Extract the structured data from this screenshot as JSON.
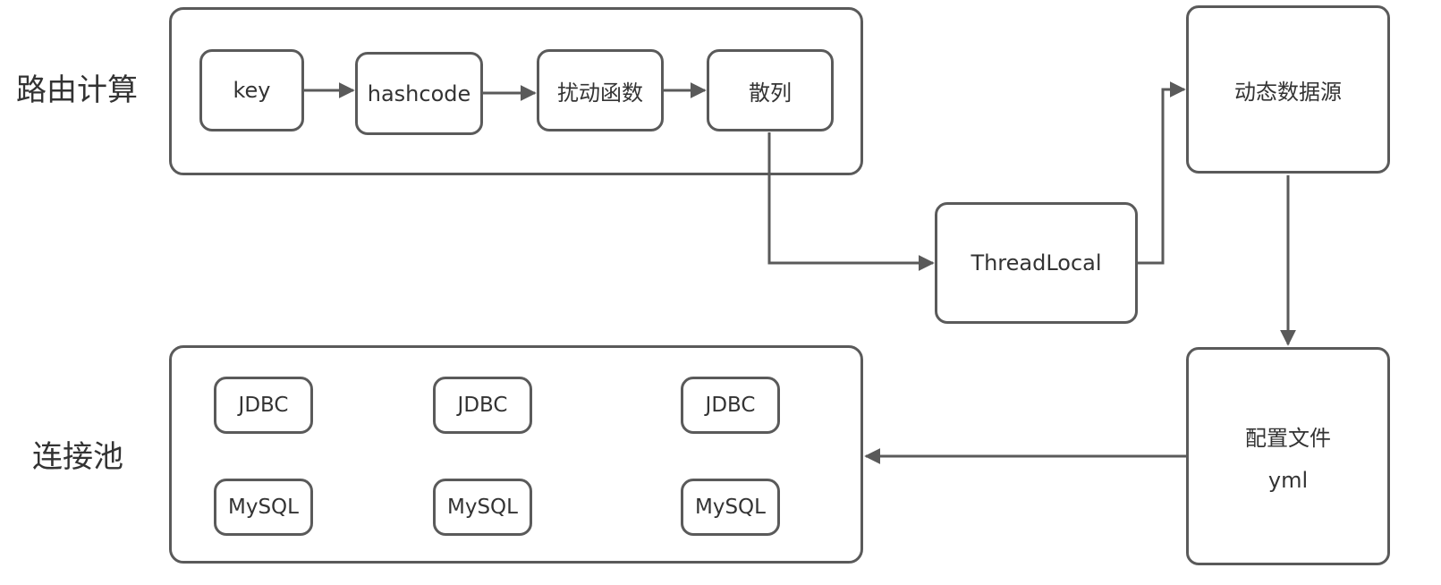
{
  "labels": {
    "routing": "路由计算",
    "pool": "连接池"
  },
  "routing_steps": [
    "key",
    "hashcode",
    "扰动函数",
    "散列"
  ],
  "threadlocal": "ThreadLocal",
  "datasource": "动态数据源",
  "config": {
    "title": "配置文件",
    "subtitle": "yml"
  },
  "pool_items": {
    "jdbc": [
      "JDBC",
      "JDBC",
      "JDBC"
    ],
    "mysql": [
      "MySQL",
      "MySQL",
      "MySQL"
    ]
  },
  "colors": {
    "stroke": "#5a5a5a",
    "text": "#333333",
    "background": "#ffffff"
  }
}
